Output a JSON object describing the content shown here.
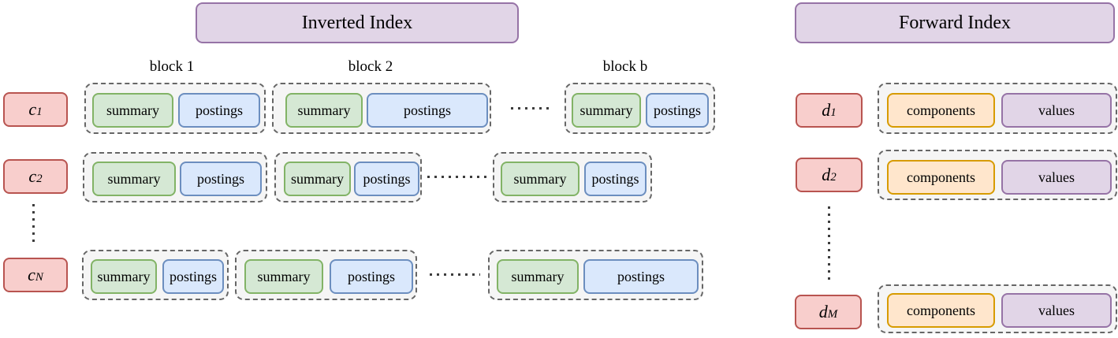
{
  "inverted_index": {
    "title": "Inverted Index",
    "column_headers": [
      "block 1",
      "block 2",
      "block b"
    ],
    "rows": [
      {
        "label_base": "c",
        "label_sub": "1",
        "blocks": [
          {
            "summary": "summary",
            "postings": "postings"
          },
          {
            "summary": "summary",
            "postings": "postings"
          },
          {
            "summary": "summary",
            "postings": "postings"
          }
        ]
      },
      {
        "label_base": "c",
        "label_sub": "2",
        "blocks": [
          {
            "summary": "summary",
            "postings": "postings"
          },
          {
            "summary": "summary",
            "postings": "postings"
          },
          {
            "summary": "summary",
            "postings": "postings"
          }
        ]
      },
      {
        "label_base": "c",
        "label_sub": "N",
        "blocks": [
          {
            "summary": "summary",
            "postings": "postings"
          },
          {
            "summary": "summary",
            "postings": "postings"
          },
          {
            "summary": "summary",
            "postings": "postings"
          }
        ]
      }
    ]
  },
  "forward_index": {
    "title": "Forward Index",
    "rows": [
      {
        "label_base": "d",
        "label_sub": "1",
        "components": "components",
        "values": "values"
      },
      {
        "label_base": "d",
        "label_sub": "2",
        "components": "components",
        "values": "values"
      },
      {
        "label_base": "d",
        "label_sub": "M",
        "components": "components",
        "values": "values"
      }
    ]
  },
  "colors": {
    "row_label_fill": "#f8cecc",
    "row_label_stroke": "#b85450",
    "summary_fill": "#d5e8d4",
    "summary_stroke": "#82b366",
    "postings_fill": "#dae8fc",
    "postings_stroke": "#6c8ebf",
    "components_fill": "#ffe6cc",
    "components_stroke": "#d79b00",
    "values_fill": "#e1d5e7",
    "values_stroke": "#9673a6",
    "header_fill": "#e1d5e7",
    "header_stroke": "#9673a6",
    "block_container_fill": "#f5f5f5",
    "block_container_stroke": "#666666",
    "ellipsis_dots": "#3d3d3d"
  }
}
